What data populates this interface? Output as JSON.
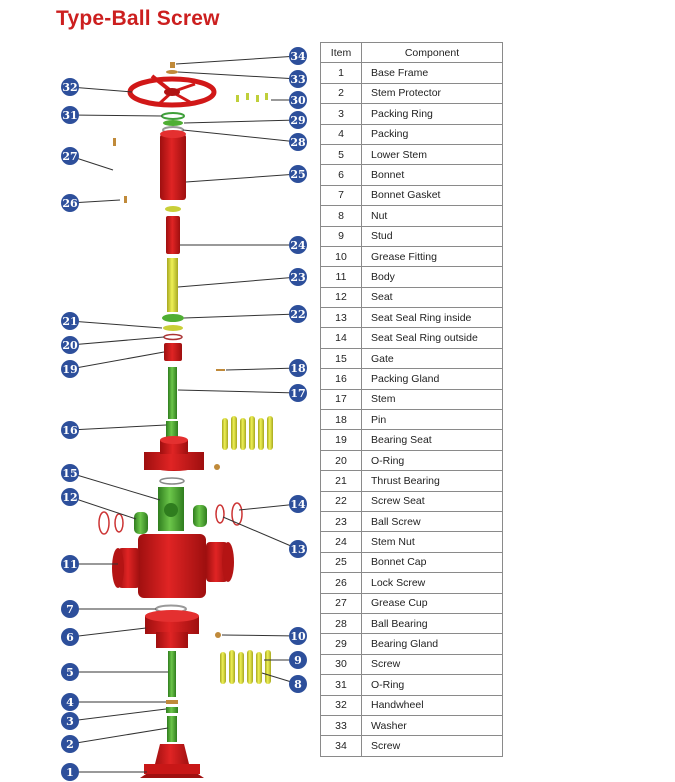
{
  "title": "Type-Ball Screw",
  "table": {
    "headers": {
      "item": "Item",
      "component": "Component"
    },
    "rows": [
      {
        "item": "1",
        "component": "Base Frame"
      },
      {
        "item": "2",
        "component": "Stem Protector"
      },
      {
        "item": "3",
        "component": "Packing Ring"
      },
      {
        "item": "4",
        "component": "Packing"
      },
      {
        "item": "5",
        "component": "Lower Stem"
      },
      {
        "item": "6",
        "component": "Bonnet"
      },
      {
        "item": "7",
        "component": "Bonnet Gasket"
      },
      {
        "item": "8",
        "component": "Nut"
      },
      {
        "item": "9",
        "component": "Stud"
      },
      {
        "item": "10",
        "component": "Grease Fitting"
      },
      {
        "item": "11",
        "component": "Body"
      },
      {
        "item": "12",
        "component": "Seat"
      },
      {
        "item": "13",
        "component": "Seat Seal Ring inside"
      },
      {
        "item": "14",
        "component": "Seat Seal Ring outside"
      },
      {
        "item": "15",
        "component": "Gate"
      },
      {
        "item": "16",
        "component": "Packing Gland"
      },
      {
        "item": "17",
        "component": "Stem"
      },
      {
        "item": "18",
        "component": "Pin"
      },
      {
        "item": "19",
        "component": "Bearing Seat"
      },
      {
        "item": "20",
        "component": "O-Ring"
      },
      {
        "item": "21",
        "component": "Thrust Bearing"
      },
      {
        "item": "22",
        "component": "Screw Seat"
      },
      {
        "item": "23",
        "component": "Ball Screw"
      },
      {
        "item": "24",
        "component": "Stem Nut"
      },
      {
        "item": "25",
        "component": "Bonnet Cap"
      },
      {
        "item": "26",
        "component": "Lock Screw"
      },
      {
        "item": "27",
        "component": "Grease Cup"
      },
      {
        "item": "28",
        "component": "Ball Bearing"
      },
      {
        "item": "29",
        "component": "Bearing Gland"
      },
      {
        "item": "30",
        "component": "Screw"
      },
      {
        "item": "31",
        "component": "O-Ring"
      },
      {
        "item": "32",
        "component": "Handwheel"
      },
      {
        "item": "33",
        "component": "Washer"
      },
      {
        "item": "34",
        "component": "Screw"
      }
    ]
  },
  "callouts": [
    "1",
    "2",
    "3",
    "4",
    "5",
    "6",
    "7",
    "8",
    "9",
    "10",
    "11",
    "12",
    "13",
    "14",
    "15",
    "16",
    "17",
    "18",
    "19",
    "20",
    "21",
    "22",
    "23",
    "24",
    "25",
    "26",
    "27",
    "28",
    "29",
    "30",
    "31",
    "32",
    "33",
    "34"
  ],
  "colors": {
    "title": "#cc1f1f",
    "callout_fill": "#2d4f9b",
    "part_red": "#d11818",
    "part_green": "#4fae33",
    "part_yellow": "#d9dd3a"
  }
}
